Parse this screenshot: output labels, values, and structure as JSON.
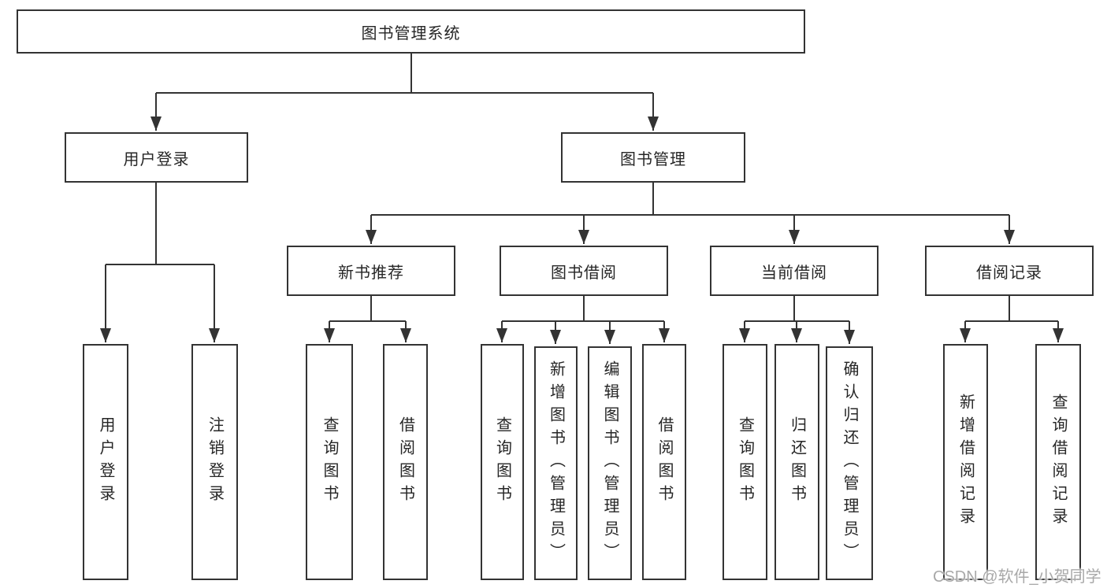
{
  "diagram": {
    "root": {
      "label": "图书管理系统"
    },
    "branches": [
      {
        "label": "用户登录",
        "children": [
          {
            "label": "用户登录"
          },
          {
            "label": "注销登录"
          }
        ]
      },
      {
        "label": "图书管理",
        "children": [
          {
            "label": "新书推荐",
            "children": [
              {
                "label": "查询图书"
              },
              {
                "label": "借阅图书"
              }
            ]
          },
          {
            "label": "图书借阅",
            "children": [
              {
                "label": "查询图书"
              },
              {
                "label": "新增图书（管理员）"
              },
              {
                "label": "编辑图书（管理员）"
              },
              {
                "label": "借阅图书"
              }
            ]
          },
          {
            "label": "当前借阅",
            "children": [
              {
                "label": "查询图书"
              },
              {
                "label": "归还图书"
              },
              {
                "label": "确认归还（管理员）"
              }
            ]
          },
          {
            "label": "借阅记录",
            "children": [
              {
                "label": "新增借阅记录"
              },
              {
                "label": "查询借阅记录"
              }
            ]
          }
        ]
      }
    ]
  },
  "watermark": {
    "text": "CSDN @软件_小贺同学"
  },
  "colors": {
    "line": "#333333",
    "text": "#262626",
    "background": "#ffffff",
    "watermark": "#a8a8a8"
  }
}
